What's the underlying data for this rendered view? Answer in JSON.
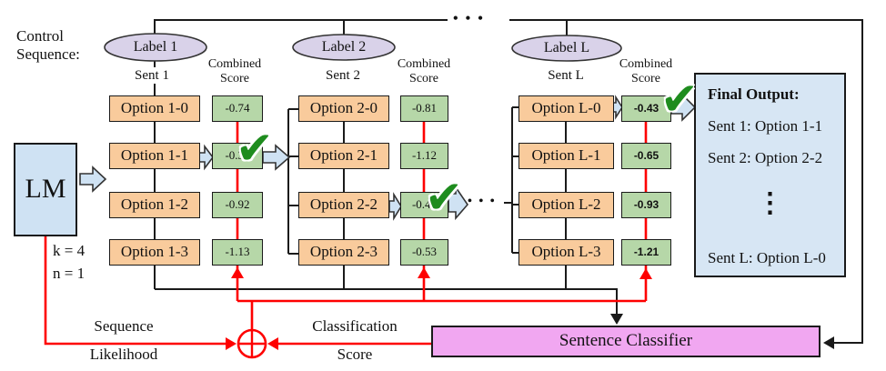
{
  "header": {
    "control_line1": "Control",
    "control_line2": "Sequence:"
  },
  "lm": {
    "label": "LM",
    "k_label": "k = 4",
    "n_label": "n = 1"
  },
  "columns": [
    {
      "label": "Label 1",
      "sent_label": "Sent 1",
      "combined_line1": "Combined",
      "combined_line2": "Score",
      "options": [
        "Option 1-0",
        "Option 1-1",
        "Option 1-2",
        "Option 1-3"
      ],
      "scores": [
        "-0.74",
        "-0.35",
        "-0.92",
        "-1.13"
      ],
      "selected_option": "Option 1-1"
    },
    {
      "label": "Label 2",
      "sent_label": "Sent 2",
      "combined_line1": "Combined",
      "combined_line2": "Score",
      "options": [
        "Option 2-0",
        "Option 2-1",
        "Option 2-2",
        "Option 2-3"
      ],
      "scores": [
        "-0.81",
        "-1.12",
        "-0.49",
        "-0.53"
      ],
      "selected_option": "Option 2-2"
    },
    {
      "label": "Label L",
      "sent_label": "Sent L",
      "combined_line1": "Combined",
      "combined_line2": "Score",
      "options": [
        "Option L-0",
        "Option L-1",
        "Option L-2",
        "Option L-3"
      ],
      "scores": [
        "-0.43",
        "-0.65",
        "-0.93",
        "-1.21"
      ],
      "selected_option": "Option L-0"
    }
  ],
  "final_output": {
    "title": "Final Output:",
    "line1": "Sent 1: Option 1-1",
    "line2": "Sent 2: Option 2-2",
    "vdots": "⋮",
    "line_last": "Sent L: Option L-0"
  },
  "classifier": {
    "label": "Sentence Classifier"
  },
  "flow_labels": {
    "seq_line1": "Sequence",
    "seq_line2": "Likelihood",
    "cls_line1": "Classification",
    "cls_line2": "Score"
  },
  "dots": {
    "top": "• • •",
    "mid": "• • •"
  },
  "icons": {
    "check": "✔",
    "sum": "circle-plus"
  },
  "colors": {
    "option_fill": "#f9cb9c",
    "score_fill": "#b6d7a8",
    "label_fill": "#d9d2e9",
    "lm_fill": "#cfe2f3",
    "output_fill": "#d7e6f4",
    "classifier_fill": "#f1a7f1",
    "wire_red": "#fe0000",
    "wire_black": "#1a1a1a",
    "check_green": "#1e8c1e"
  }
}
